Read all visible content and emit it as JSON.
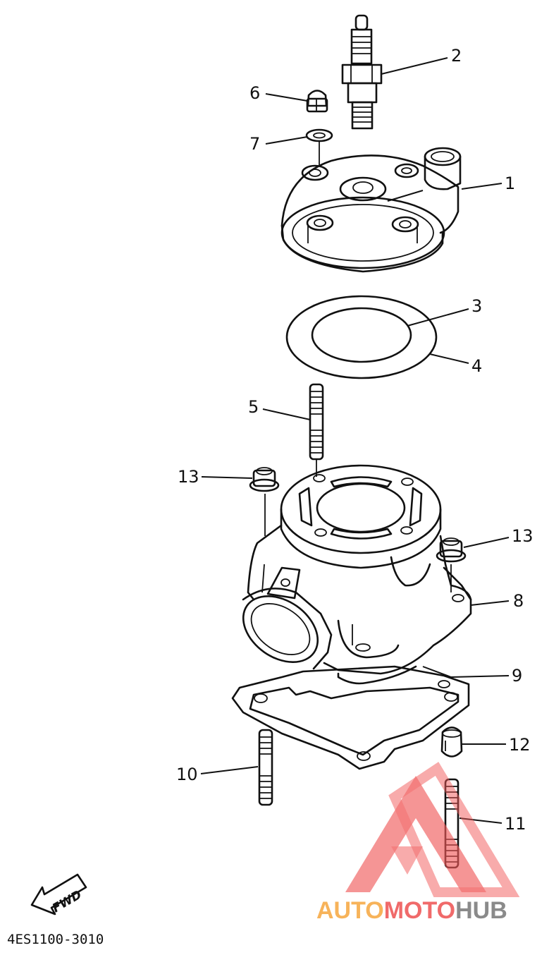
{
  "diagram": {
    "callouts": [
      {
        "id": "1",
        "text": "1"
      },
      {
        "id": "2",
        "text": "2"
      },
      {
        "id": "3",
        "text": "3"
      },
      {
        "id": "4",
        "text": "4"
      },
      {
        "id": "5",
        "text": "5"
      },
      {
        "id": "6",
        "text": "6"
      },
      {
        "id": "7",
        "text": "7"
      },
      {
        "id": "8",
        "text": "8"
      },
      {
        "id": "9",
        "text": "9"
      },
      {
        "id": "10",
        "text": "10"
      },
      {
        "id": "11",
        "text": "11"
      },
      {
        "id": "12",
        "text": "12"
      },
      {
        "id": "13a",
        "text": "13"
      },
      {
        "id": "13b",
        "text": "13"
      }
    ],
    "fwd_label": "FWD",
    "drawing_code": "4ES1100-3010"
  },
  "watermark": {
    "part1": "AUTO",
    "part2": "MOTO",
    "part3": "HUB",
    "colors": {
      "auto": "#f7b35a",
      "moto": "#f06a6a",
      "hub": "#8a8a8a",
      "logo": "#f05a5a"
    }
  }
}
